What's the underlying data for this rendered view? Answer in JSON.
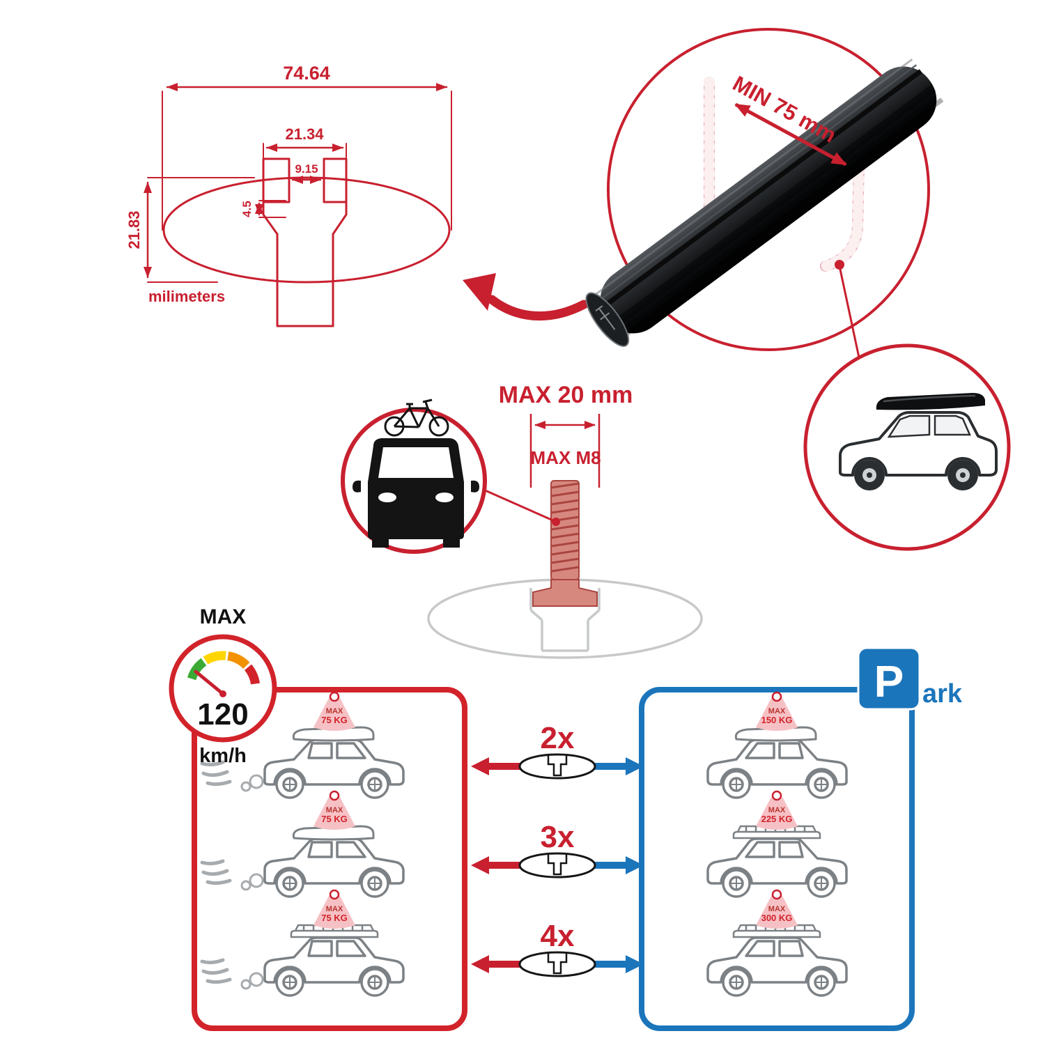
{
  "colors": {
    "red": "#C8202F",
    "blue": "#1B75BB",
    "pink_ghost": "#E9AEB5",
    "tag_pink": "#F6C1C5",
    "car_gray": "#7C8185",
    "gauge_green": "#3AAA35",
    "gauge_yellow": "#FFD500",
    "gauge_orange": "#F39200",
    "gauge_red": "#D2232A"
  },
  "dimension_drawing": {
    "width_total": "74.64",
    "slot_outer_width": "21.34",
    "slot_opening_width": "9.15",
    "lip_height": "4.5",
    "profile_height": "21.83",
    "units": "milimeters"
  },
  "crossbar_detail": {
    "min_clamp_span": "MIN 75 mm"
  },
  "bolt_detail": {
    "max_slot_width": "MAX 20 mm",
    "max_bolt_thread": "MAX M8"
  },
  "speed_limit": {
    "label": "MAX",
    "value": "120",
    "units": "km/h"
  },
  "parking_sign": {
    "letter": "P",
    "suffix": "ark"
  },
  "crossbar_counts": [
    {
      "label": "2x"
    },
    {
      "label": "3x"
    },
    {
      "label": "4x"
    }
  ],
  "driving_panel": {
    "cars": [
      {
        "tag_line1": "MAX",
        "tag_line2": "75 KG"
      },
      {
        "tag_line1": "MAX",
        "tag_line2": "75 KG"
      },
      {
        "tag_line1": "MAX",
        "tag_line2": "75 KG"
      }
    ]
  },
  "parked_panel": {
    "cars": [
      {
        "tag_line1": "MAX",
        "tag_line2": "150 KG"
      },
      {
        "tag_line1": "MAX",
        "tag_line2": "225 KG"
      },
      {
        "tag_line1": "MAX",
        "tag_line2": "300 KG"
      }
    ]
  }
}
